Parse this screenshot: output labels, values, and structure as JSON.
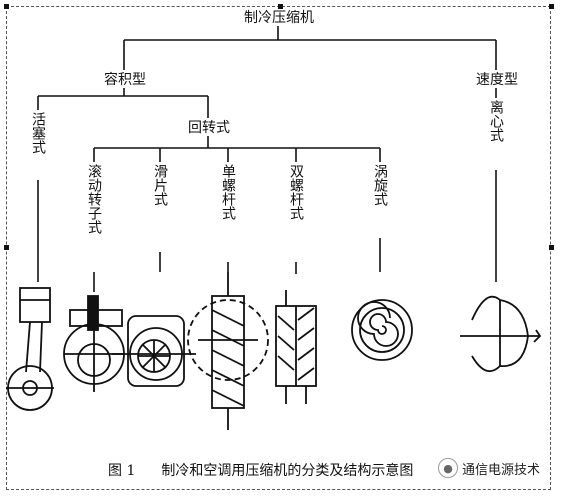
{
  "tree": {
    "root": "制冷压缩机",
    "positive_displacement": "容积型",
    "velocity": "速度型",
    "reciprocating": "活塞式",
    "rotary": "回转式",
    "centrifugal": "离心式",
    "rolling_rotor": "滚动转子式",
    "sliding_vane": "滑片式",
    "single_screw": "单螺杆式",
    "twin_screw": "双螺杆式",
    "scroll": "涡旋式"
  },
  "caption": {
    "figure_no": "图 1",
    "text": "制冷和空调用压缩机的分类及结构示意图"
  },
  "watermark": {
    "text": "通信电源技术",
    "icon": "wechat-account-icon"
  }
}
